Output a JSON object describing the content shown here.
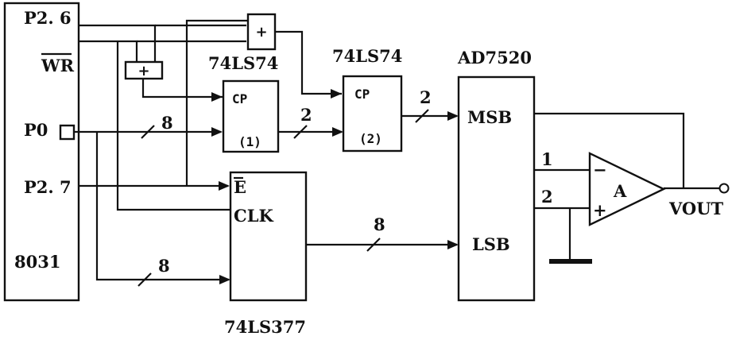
{
  "mcu": {
    "name": "8031",
    "pins": {
      "p26": "P2. 6",
      "wr": "WR",
      "p0": "P0",
      "p27": "P2. 7"
    }
  },
  "gates": {
    "or1": "+",
    "or2": "+"
  },
  "flipflop1": {
    "part": "74LS74",
    "clock": "CP",
    "index": "(1)"
  },
  "flipflop2": {
    "part": "74LS74",
    "clock": "CP",
    "index": "(2)"
  },
  "latch": {
    "part": "74LS377",
    "enable": "E",
    "clock": "CLK"
  },
  "dac": {
    "part": "AD7520",
    "msb": "MSB",
    "lsb": "LSB"
  },
  "amp": {
    "name": "A",
    "pin1": "1",
    "pin2": "2",
    "minus": "−",
    "plus": "+",
    "output": "VOUT"
  },
  "bus_widths": {
    "p0_bus": "8",
    "ff_bus": "2",
    "ff_out_bus": "2",
    "latch_in_bus": "8",
    "latch_out_bus": "8"
  }
}
